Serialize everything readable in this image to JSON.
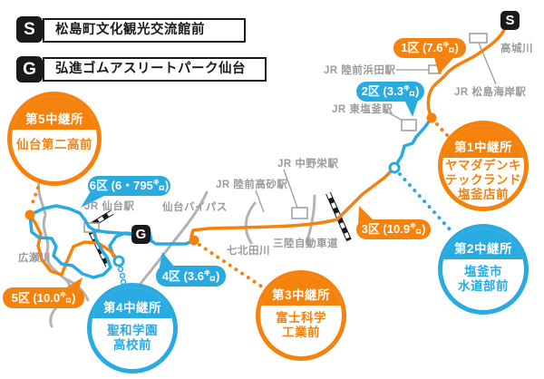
{
  "colors": {
    "orange": "#f5820d",
    "cyan": "#29abe2",
    "black": "#1a1a1a",
    "gray_label": "#9b9b9b",
    "gray_road": "#b3b3b3"
  },
  "legend": {
    "start": {
      "letter": "S",
      "label": "松島町文化観光交流館前"
    },
    "goal": {
      "letter": "G",
      "label": "弘進ゴムアスリートパーク仙台"
    }
  },
  "markers": {
    "start_letter": "S",
    "goal_letter": "G"
  },
  "sections": [
    {
      "no": "1区",
      "distance_km": "7.6",
      "label": "1区 (7.6㌔)",
      "color": "#f5820d"
    },
    {
      "no": "2区",
      "distance_km": "3.3",
      "label": "2区 (3.3㌔)",
      "color": "#29abe2"
    },
    {
      "no": "3区",
      "distance_km": "10.9",
      "label": "3区 (10.9㌔)",
      "color": "#f5820d"
    },
    {
      "no": "4区",
      "distance_km": "3.6",
      "label": "4区 (3.6㌔)",
      "color": "#29abe2"
    },
    {
      "no": "5区",
      "distance_km": "10.0",
      "label": "5区 (10.0㌔)",
      "color": "#f5820d"
    },
    {
      "no": "6区",
      "distance_km": "6.795",
      "label": "6区 (6・795㌔)",
      "color": "#29abe2"
    }
  ],
  "relay_stations": [
    {
      "title": "第1中継所",
      "lines": [
        "ヤマダデンキ",
        "テックランド",
        "塩釜店前"
      ],
      "color": "#f5820d"
    },
    {
      "title": "第2中継所",
      "lines": [
        "塩釜市",
        "水道部前"
      ],
      "color": "#29abe2"
    },
    {
      "title": "第3中継所",
      "lines": [
        "富士科学",
        "工業前"
      ],
      "color": "#f5820d"
    },
    {
      "title": "第4中継所",
      "lines": [
        "聖和学園",
        "高校前"
      ],
      "color": "#29abe2"
    },
    {
      "title": "第5中継所",
      "lines": [
        "仙台第二高前"
      ],
      "color": "#f5820d"
    }
  ],
  "map_labels": {
    "takagigawa": "高城川",
    "matsushima_kaigan": "JR 松島海岸駅",
    "rikuzen_hamada": "JR 陸前浜田駅",
    "higashi_shiogama": "JR 東塩釜駅",
    "nakano_sakae": "JR 中野栄駅",
    "rikuzen_takasago": "JR 陸前高砂駅",
    "sendai": "JR 仙台駅",
    "sendai_bypass": "仙台バイパス",
    "sanriku_expressway": "三陸自動車道",
    "nanakitagawa": "七北田川",
    "hirosegawa": "広瀬川"
  }
}
